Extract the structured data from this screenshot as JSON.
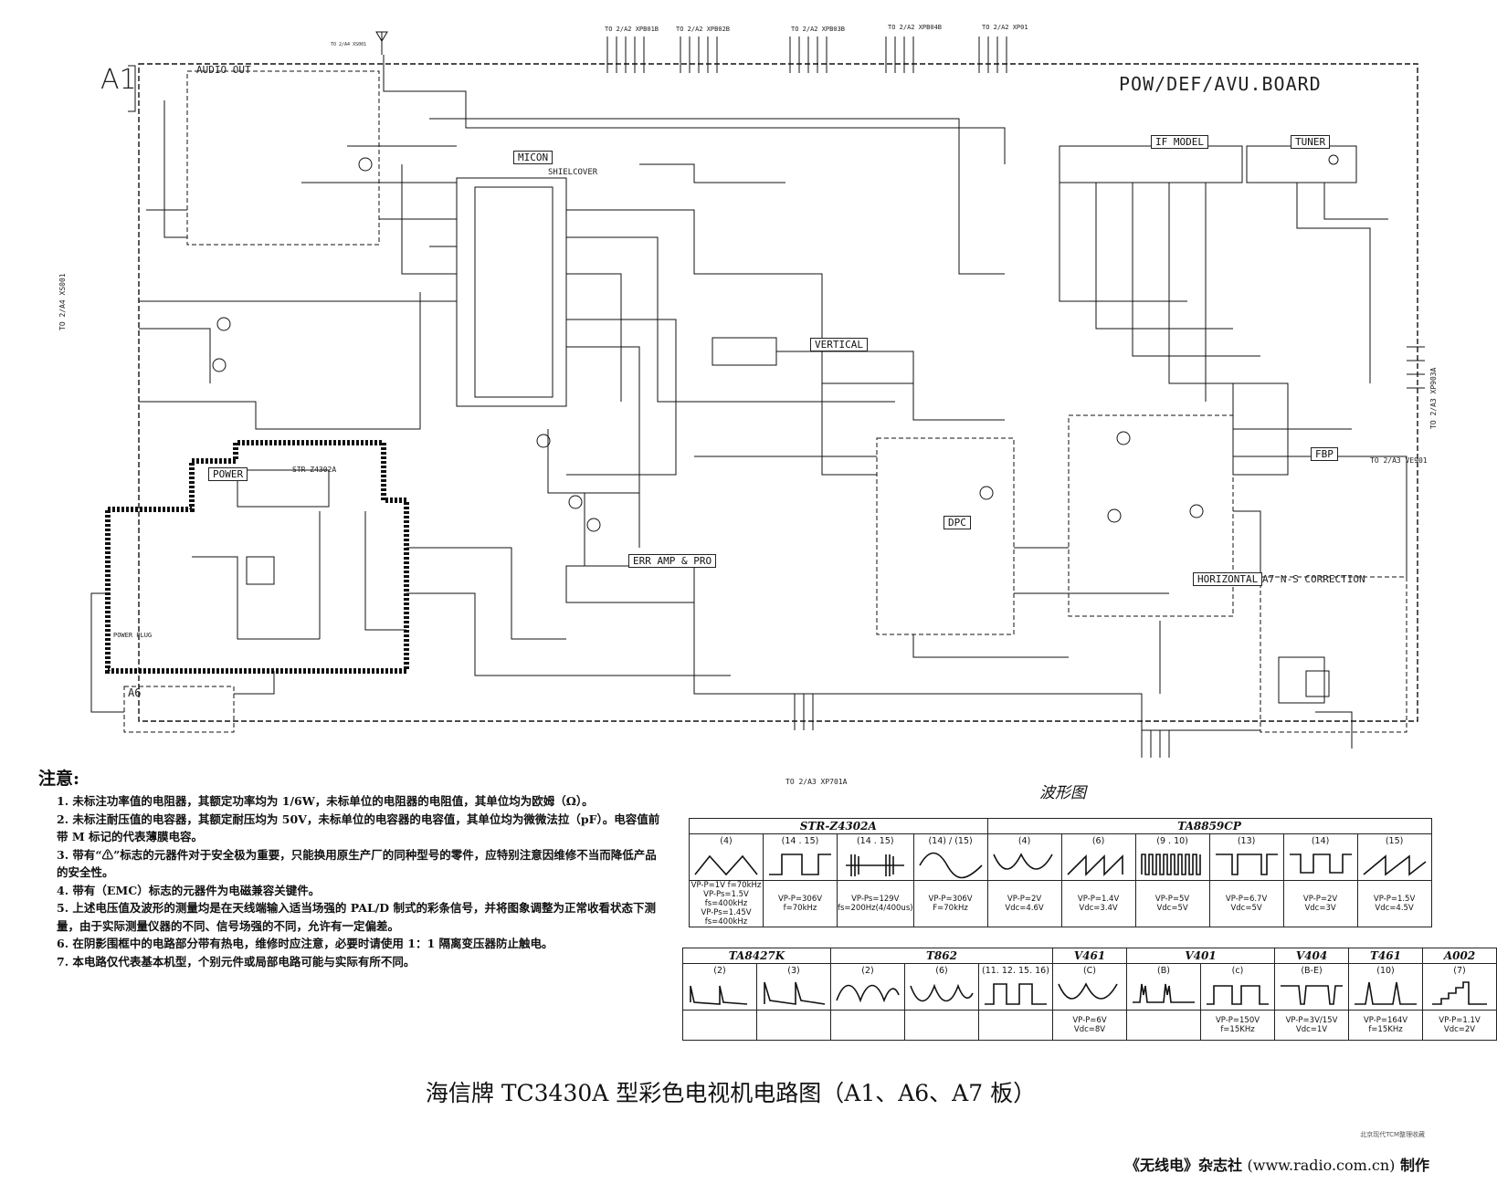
{
  "diagram": {
    "board_id": "A1",
    "board_name": "POW/DEF/AVU.BOARD",
    "blocks": {
      "audio_out": "AUDIO OUT",
      "micon": "MICON",
      "shieldcover": "SHIELCOVER",
      "if_model": "IF MODEL",
      "tuner": "TUNER",
      "vertical": "VERTICAL",
      "power": "POWER",
      "power_ic": "STR-Z4302A",
      "err_amp": "ERR AMP & PRO",
      "dpc": "DPC",
      "horizontal": "HORIZONTAL",
      "fbp": "FBP",
      "ns_correction": "A7  N-S CORRECTION",
      "a6": "A6",
      "power_plug": "POWER PLUG"
    },
    "connectors": {
      "top": [
        "TO 2/A2 XPB01B",
        "TO 2/A2 XPB02B",
        "TO 2/A2 XPB03B",
        "TO 2/A2 XPB04B",
        "TO 2/A2 XP01"
      ],
      "left": "TO 2/A4 XS001",
      "right_top": "TO 2/A3 XP903A",
      "right_mid": "TO 2/A3 VE901",
      "bottom": "TO 2/A3 XP701A",
      "antenna": "TO 2/A4 XS001"
    }
  },
  "notes": {
    "title": "注意:",
    "items": [
      "1. 未标注功率值的电阻器，其额定功率均为 1/6W，未标单位的电阻器的电阻值，其单位均为欧姆（Ω）。",
      "2. 未标注耐压值的电容器，其额定耐压均为 50V，未标单位的电容器的电容值，其单位均为微微法拉（pF）。电容值前带 M 标记的代表薄膜电容。",
      "3. 带有“⚠”标志的元器件对于安全极为重要，只能换用原生产厂的同种型号的零件，应特别注意因维修不当而降低产品的安全性。",
      "4. 带有（EMC）标志的元器件为电磁兼容关键件。",
      "5. 上述电压值及波形的测量均是在天线端输入适当场强的 PAL/D 制式的彩条信号，并将图象调整为正常收看状态下测量，由于实际测量仪器的不同、信号场强的不同，允许有一定偏差。",
      "6. 在阴影围框中的电路部分带有热电，维修时应注意，必要时请使用 1：1 隔离变压器防止触电。",
      "7. 本电路仅代表基本机型，个别元件或局部电路可能与实际有所不同。"
    ]
  },
  "waveforms": {
    "title": "波形图",
    "table1": {
      "groups": [
        {
          "name": "STR-Z4302A",
          "span": 4
        },
        {
          "name": "TA8859CP",
          "span": 6
        }
      ],
      "cells": [
        {
          "pin": "(4)",
          "shape": "triangle",
          "vp": [
            "VP-P=1V  f=70kHz",
            "VP-Ps=1.5V  fs=400kHz",
            "VP-Ps=1.45V fs=400kHz"
          ]
        },
        {
          "pin": "(14 . 15)",
          "shape": "pulse",
          "vp": [
            "VP-P=306V",
            "f=70kHz"
          ]
        },
        {
          "pin": "(14 . 15)",
          "shape": "burst",
          "vp": [
            "VP-Ps=129V",
            "fs=200Hz(4/400us)"
          ]
        },
        {
          "pin": "(14) / (15)",
          "shape": "sine",
          "vp": [
            "VP-P=306V",
            "F=70kHz"
          ]
        },
        {
          "pin": "(4)",
          "shape": "parabola",
          "vp": [
            "VP-P=2V",
            "Vdc=4.6V"
          ]
        },
        {
          "pin": "(6)",
          "shape": "sawtooth",
          "vp": [
            "VP-P=1.4V",
            "Vdc=3.4V"
          ]
        },
        {
          "pin": "(9 . 10)",
          "shape": "bars",
          "vp": [
            "VP-P=5V",
            "Vdc=5V"
          ]
        },
        {
          "pin": "(13)",
          "shape": "dip",
          "vp": [
            "VP-P=6.7V",
            "Vdc=5V"
          ]
        },
        {
          "pin": "(14)",
          "shape": "dip2",
          "vp": [
            "VP-P=2V",
            "Vdc=3V"
          ]
        },
        {
          "pin": "(15)",
          "shape": "ramp",
          "vp": [
            "VP-P=1.5V",
            "Vdc=4.5V"
          ]
        }
      ]
    },
    "table2": {
      "groups": [
        {
          "name": "TA8427K",
          "span": 2
        },
        {
          "name": "T862",
          "span": 3
        },
        {
          "name": "V461",
          "span": 1
        },
        {
          "name": "V401",
          "span": 2
        },
        {
          "name": "V404",
          "span": 1
        },
        {
          "name": "T461",
          "span": 1
        },
        {
          "name": "A002",
          "span": 1
        }
      ],
      "cells": [
        {
          "pin": "(2)",
          "shape": "vramp",
          "vp": [
            "",
            ""
          ]
        },
        {
          "pin": "(3)",
          "shape": "vspike",
          "vp": [
            "",
            ""
          ]
        },
        {
          "pin": "(2)",
          "shape": "sine2",
          "vp": [
            "",
            ""
          ]
        },
        {
          "pin": "(6)",
          "shape": "sine3",
          "vp": [
            "",
            ""
          ]
        },
        {
          "pin": "(11. 12. 15. 16)",
          "shape": "pulse2",
          "vp": [
            "",
            ""
          ]
        },
        {
          "pin": "(C)",
          "shape": "parabola",
          "vp": [
            "VP-P=6V",
            "Vdc=8V"
          ]
        },
        {
          "pin": "(B)",
          "shape": "spiky",
          "vp": [
            "",
            ""
          ]
        },
        {
          "pin": "(c)",
          "shape": "pulse3",
          "vp": [
            "VP-P=150V",
            "f=15KHz"
          ]
        },
        {
          "pin": "(B-E)",
          "shape": "dip3",
          "vp": [
            "VP-P=3V/15V",
            "Vdc=1V"
          ]
        },
        {
          "pin": "(10)",
          "shape": "flyback",
          "vp": [
            "VP-P=164V",
            "f=15KHz"
          ]
        },
        {
          "pin": "(7)",
          "shape": "stair",
          "vp": [
            "VP-P=1.1V",
            "Vdc=2V"
          ]
        }
      ]
    }
  },
  "footer": {
    "main_title": "海信牌 TC3430A 型彩色电视机电路图（A1、A6、A7 板）",
    "small_note": "北京现代TCM整理收藏",
    "credit": "《无线电》杂志社",
    "url": "(www.radio.com.cn)",
    "made_by": "制作"
  }
}
